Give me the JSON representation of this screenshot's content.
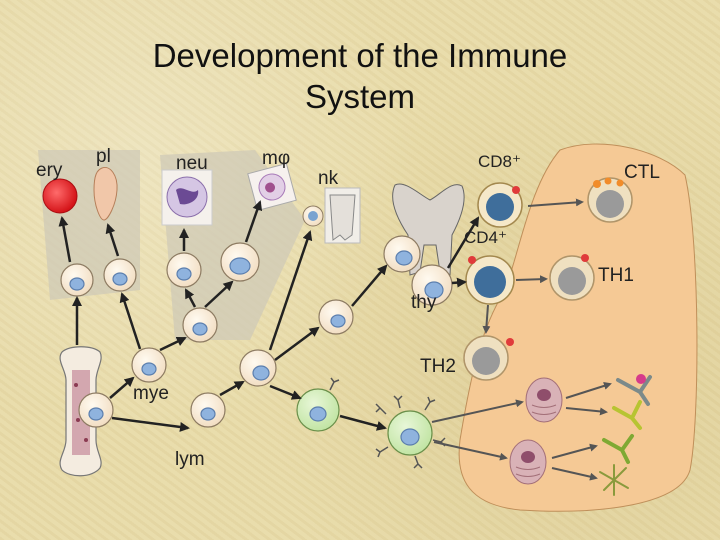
{
  "title": {
    "line1": "Development of the Immune",
    "line2": "System"
  },
  "labels": {
    "ery": "ery",
    "pl": "pl",
    "neu": "neu",
    "mphi": "mφ",
    "nk": "nk",
    "cd8": "CD8⁺",
    "ctl": "CTL",
    "cd4": "CD4⁺",
    "th1": "TH1",
    "thy": "thy",
    "th2": "TH2",
    "mye": "mye",
    "lym": "lym"
  },
  "colors": {
    "background": "#e8dba8",
    "tissue_panel": "#f5c995",
    "marrow_column": "#cfc9b7",
    "arrow": "#222222",
    "erythrocyte": "#e8252a"
  },
  "icons": [
    "bone-icon",
    "thymus-icon",
    "antibody-icon",
    "plasma-cell-icon"
  ]
}
